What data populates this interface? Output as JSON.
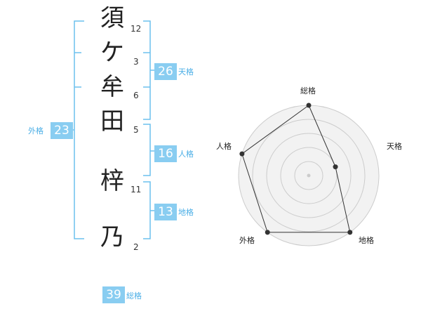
{
  "name": {
    "characters": [
      {
        "char": "須",
        "strokes": "12"
      },
      {
        "char": "ケ",
        "strokes": "3"
      },
      {
        "char": "牟",
        "strokes": "6"
      },
      {
        "char": "田",
        "strokes": "5"
      },
      {
        "char": "梓",
        "strokes": "11"
      },
      {
        "char": "乃",
        "strokes": "2"
      }
    ]
  },
  "kakusu": {
    "tenkaku": {
      "value": "26",
      "label": "天格"
    },
    "jinkaku": {
      "value": "16",
      "label": "人格"
    },
    "chikaku": {
      "value": "13",
      "label": "地格"
    },
    "gaikaku": {
      "value": "23",
      "label": "外格"
    },
    "soukaku": {
      "value": "39",
      "label": "総格"
    }
  },
  "chart_data": {
    "type": "radar",
    "axes": [
      "総格",
      "天格",
      "地格",
      "外格",
      "人格"
    ],
    "values": [
      5,
      2,
      5,
      5,
      5
    ],
    "max": 5,
    "rings": 5,
    "colors": {
      "ring": "#cccccc",
      "fill": "#f2f2f2",
      "line": "#333333",
      "dot": "#333333"
    }
  },
  "colors": {
    "bracket": "#6cc0ee",
    "badge": "#89cdf1",
    "badge_label": "#4aaee6"
  }
}
